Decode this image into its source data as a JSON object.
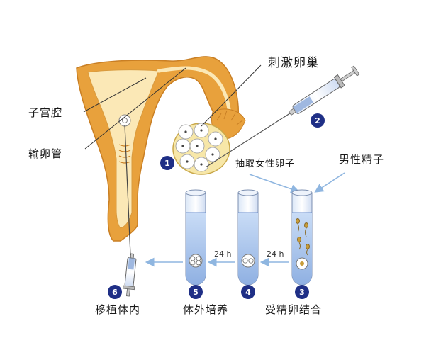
{
  "labels": {
    "uterine_cavity": "子宫腔",
    "fallopian_tube": "输卵管",
    "stimulate_ovary": "刺激卵巢",
    "extract_eggs": "抽取女性卵子",
    "male_sperm": "男性精子",
    "fertilization": "受精卵结合",
    "in_vitro_culture": "体外培养",
    "transfer": "移植体内"
  },
  "steps": [
    "1",
    "2",
    "3",
    "4",
    "5",
    "6"
  ],
  "durations": [
    "24 h",
    "24 h"
  ],
  "colors": {
    "uterus_outer": "#e8a13c",
    "uterus_inner": "#fbe8b6",
    "step_badge": "#1f2f86",
    "tube_liquid": "#a8c4ec",
    "arrow": "#8fb6e0"
  }
}
